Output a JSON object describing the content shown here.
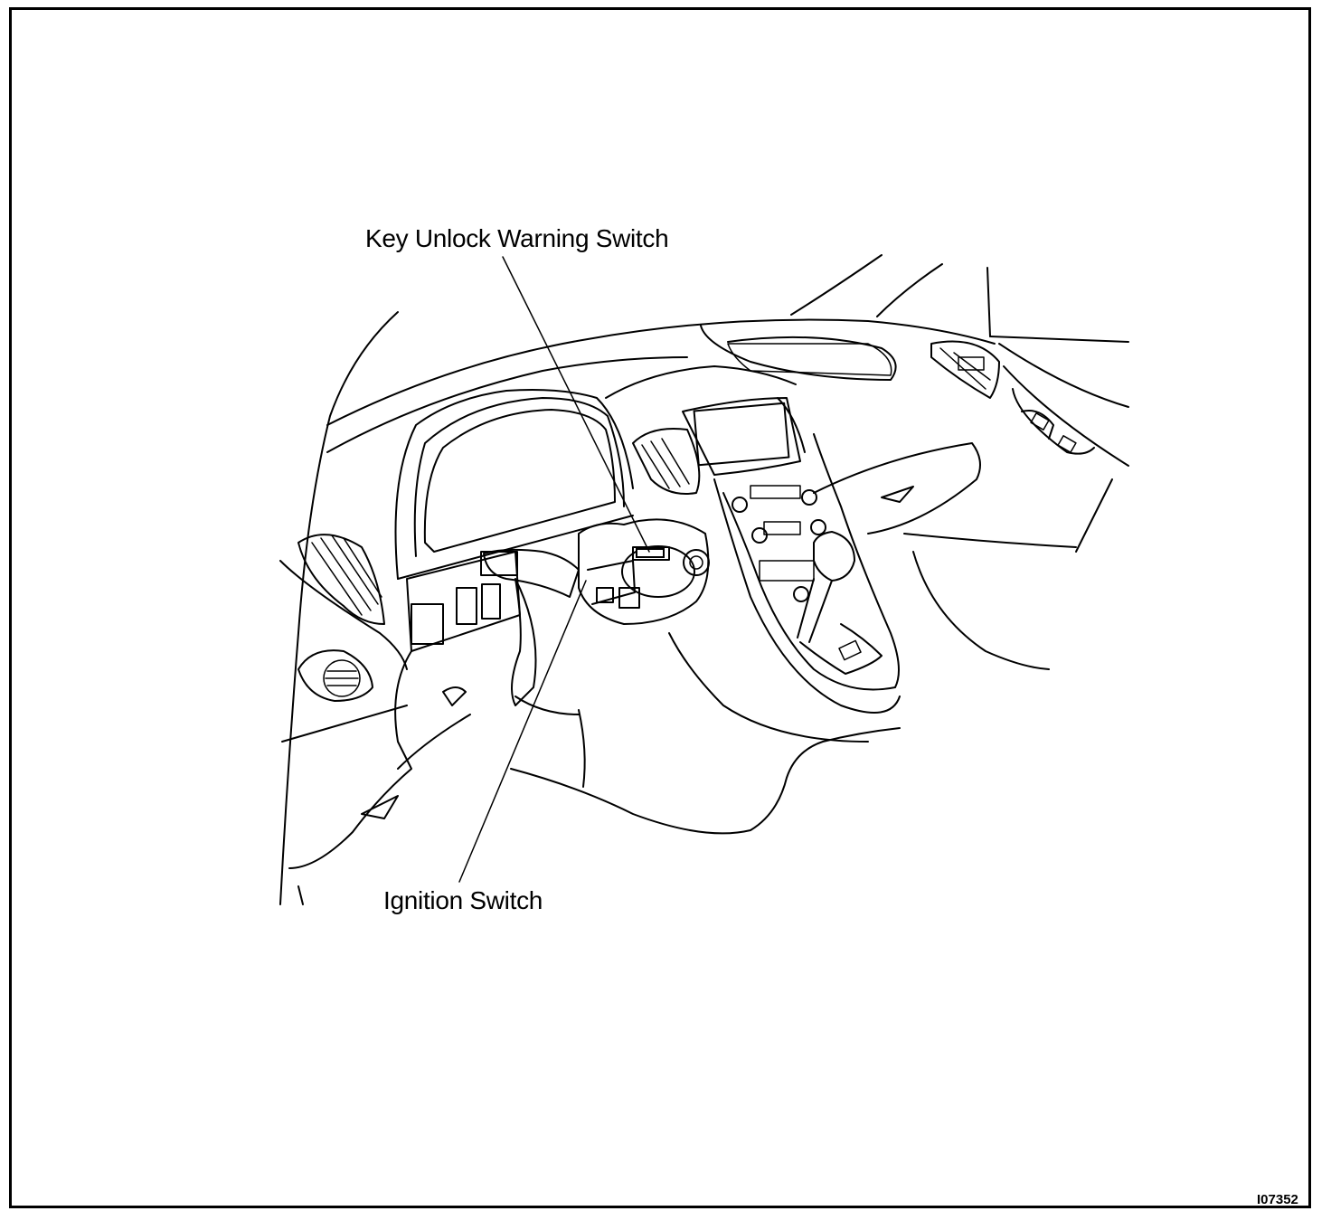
{
  "callouts": {
    "key_unlock_warning_switch": "Key Unlock Warning Switch",
    "ignition_switch": "Ignition Switch"
  },
  "figure_id": "I07352",
  "colors": {
    "line": "#000000",
    "background": "#ffffff"
  }
}
